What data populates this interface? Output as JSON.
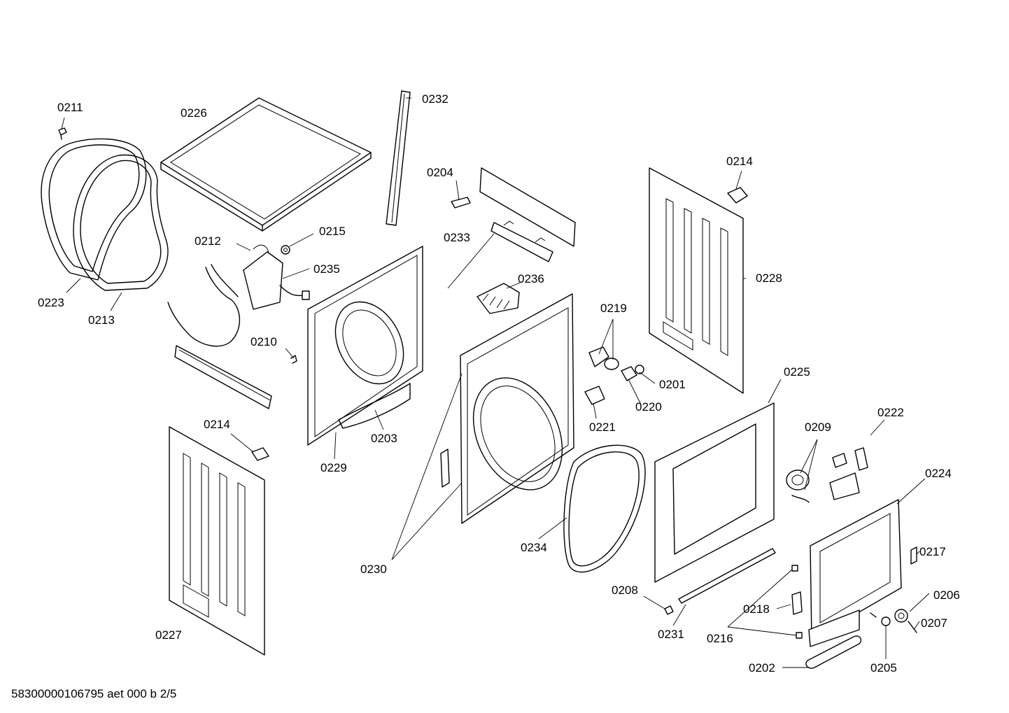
{
  "labels": {
    "p0211": "0211",
    "p0226": "0226",
    "p0232": "0232",
    "p0204": "0204",
    "p0214_top": "0214",
    "p0212": "0212",
    "p0215": "0215",
    "p0233": "0233",
    "p0235": "0235",
    "p0236": "0236",
    "p0228": "0228",
    "p0223": "0223",
    "p0213": "0213",
    "p0219": "0219",
    "p0210": "0210",
    "p0201": "0201",
    "p0225": "0225",
    "p0220": "0220",
    "p0221": "0221",
    "p0203": "0203",
    "p0214_bottom": "0214",
    "p0209": "0209",
    "p0222": "0222",
    "p0229": "0229",
    "p0224": "0224",
    "p0234": "0234",
    "p0217": "0217",
    "p0230": "0230",
    "p0208": "0208",
    "p0206": "0206",
    "p0218": "0218",
    "p0207": "0207",
    "p0227": "0227",
    "p0231": "0231",
    "p0216": "0216",
    "p0202": "0202",
    "p0205": "0205"
  },
  "footer": {
    "code": "58300000106795 aet 000 b 2/5"
  }
}
